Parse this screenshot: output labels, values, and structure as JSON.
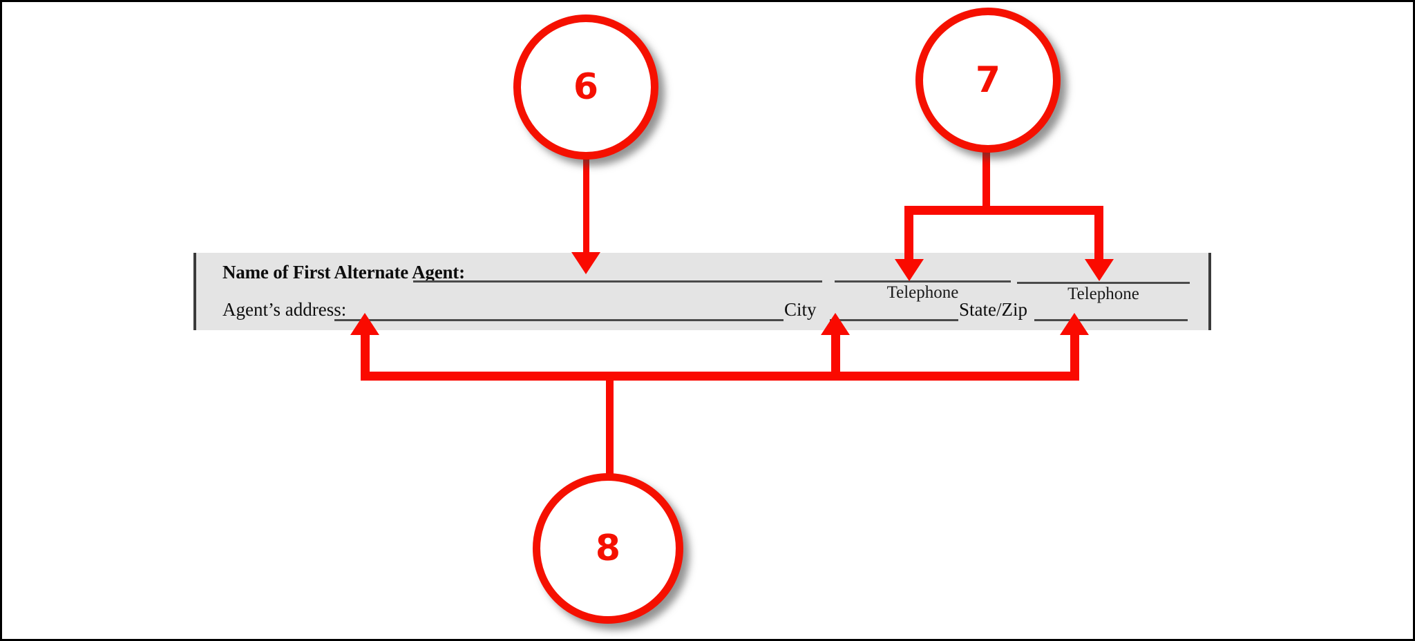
{
  "form": {
    "name_label": "Name of First Alternate Agent:",
    "address_label": "Agent’s address:",
    "city_label": "City",
    "state_zip_label": "State/Zip",
    "telephone_caption_1": "Telephone",
    "telephone_caption_2": "Telephone",
    "name_value": "",
    "telephone_1_value": "",
    "telephone_2_value": "",
    "address_value": "",
    "city_value": "",
    "state_zip_value": ""
  },
  "callouts": [
    {
      "number": "6",
      "points_to": "name-field"
    },
    {
      "number": "7",
      "points_to": "telephone-fields"
    },
    {
      "number": "8",
      "points_to": "address-fields"
    }
  ],
  "colors": {
    "callout_red": "#F51000",
    "connector_red": "#FA0A00",
    "strip_background": "#E4E4E4",
    "rule_gray": "#4A4A4A",
    "page_border": "#000000"
  }
}
